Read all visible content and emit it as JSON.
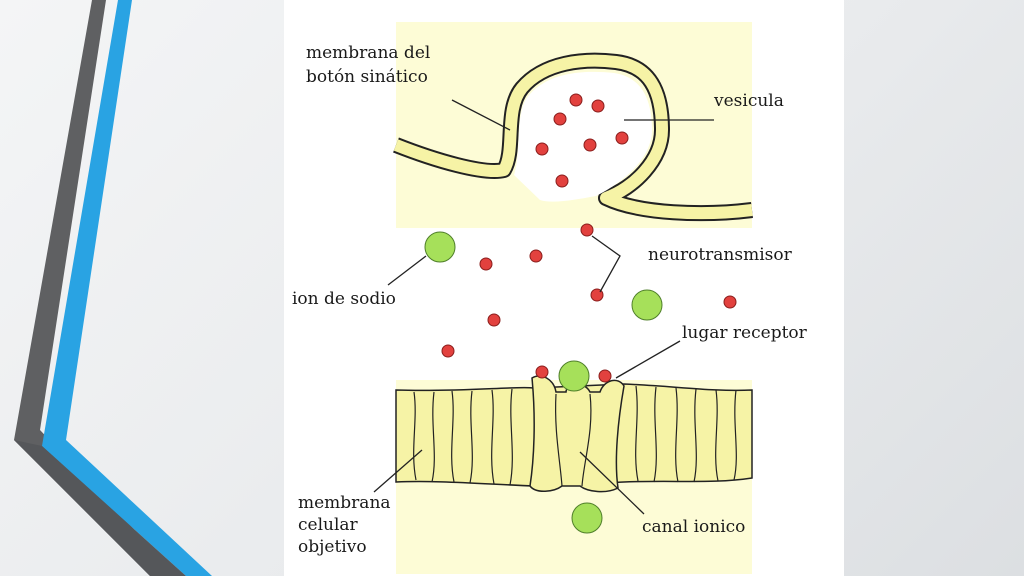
{
  "slide": {
    "accent_blue": "#29a3e3",
    "accent_gray": "#5f6062",
    "background": "#eceef0"
  },
  "diagram": {
    "labels": {
      "membrana_boton_line1": "membrana del",
      "membrana_boton_line2": "botón sinático",
      "vesicula": "vesicula",
      "neurotransmisor": "neurotransmisor",
      "ion_de_sodio": "ion de sodio",
      "lugar_receptor": "lugar receptor",
      "membrana_objetivo_line1": "membrana",
      "membrana_objetivo_line2": "celular",
      "membrana_objetivo_line3": "objetivo",
      "canal_ionico": "canal ionico"
    },
    "colors": {
      "membrane_fill": "#f6f3a6",
      "background_region": "#fdfcd6",
      "neurotransmitter": "#e2413e",
      "sodium_ion": "#a6e05a",
      "outline": "#222222"
    },
    "icons": {
      "neurotransmitter": "red-dot-icon",
      "sodium_ion": "green-circle-icon"
    }
  }
}
